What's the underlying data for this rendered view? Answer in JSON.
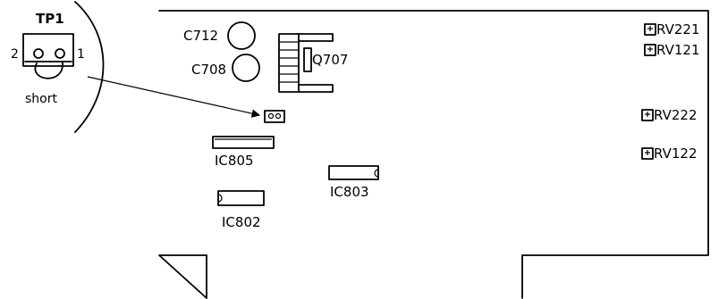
{
  "test_point": {
    "name": "TP1",
    "pin_left": "2",
    "pin_right": "1",
    "note": "short"
  },
  "components": {
    "c712": "C712",
    "c708": "C708",
    "q707": "Q707",
    "ic805": "IC805",
    "ic803": "IC803",
    "ic802": "IC802"
  },
  "adjusters": {
    "rv221": "RV221",
    "rv121": "RV121",
    "rv222": "RV222",
    "rv122": "RV122"
  }
}
